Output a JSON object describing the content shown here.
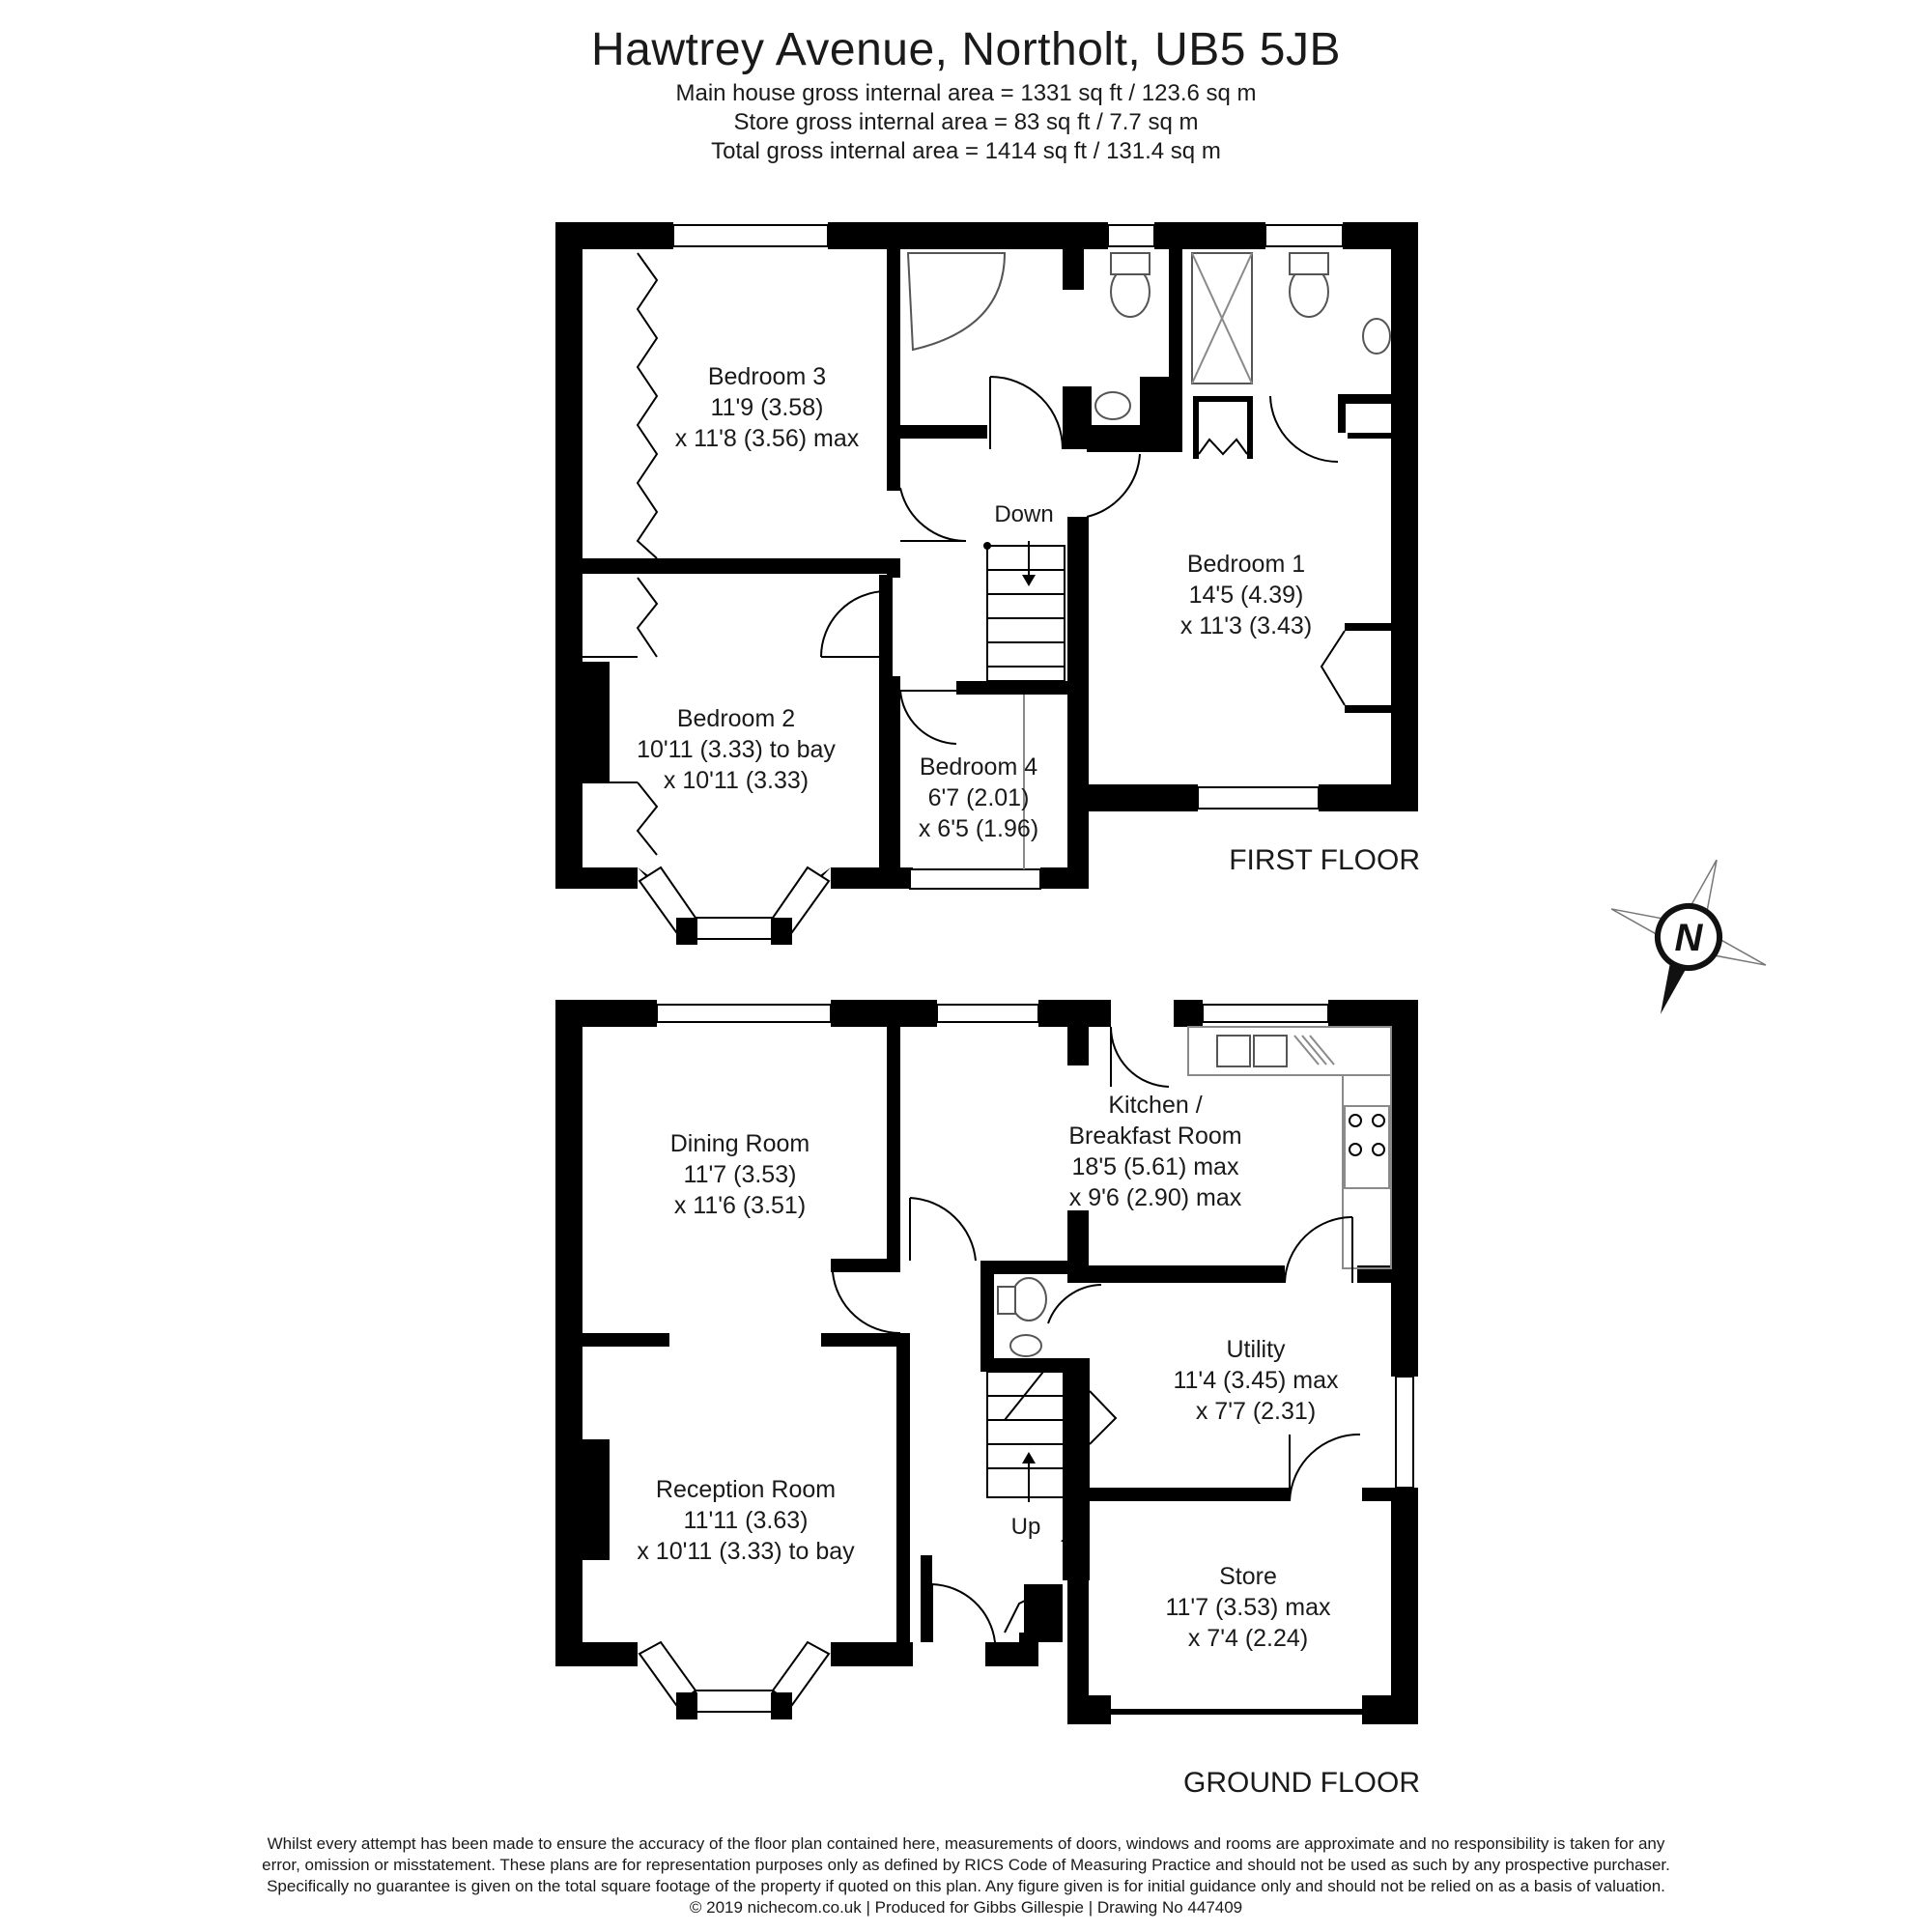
{
  "header": {
    "title": "Hawtrey Avenue, Northolt, UB5 5JB",
    "area_lines": [
      "Main house gross internal area =  1331 sq ft / 123.6 sq m",
      "Store gross internal area = 83 sq ft / 7.7 sq m",
      "Total gross internal area =  1414 sq ft / 131.4 sq m"
    ]
  },
  "first_floor": {
    "label": "FIRST FLOOR",
    "stairs_label": "Down",
    "rooms": {
      "bedroom3": [
        "Bedroom 3",
        "11'9 (3.58)",
        "x 11'8 (3.56) max"
      ],
      "bedroom2": [
        "Bedroom 2",
        "10'11 (3.33) to bay",
        "x 10'11 (3.33)"
      ],
      "bedroom4": [
        "Bedroom 4",
        "6'7 (2.01)",
        "x 6'5 (1.96)"
      ],
      "bedroom1": [
        "Bedroom 1",
        "14'5 (4.39)",
        "x 11'3 (3.43)"
      ]
    }
  },
  "ground_floor": {
    "label": "GROUND FLOOR",
    "stairs_label": "Up",
    "rooms": {
      "dining": [
        "Dining Room",
        "11'7 (3.53)",
        "x 11'6 (3.51)"
      ],
      "reception": [
        "Reception Room",
        "11'11 (3.63)",
        "x 10'11 (3.33) to bay"
      ],
      "kitchen": [
        "Kitchen /",
        "Breakfast Room",
        "18'5 (5.61) max",
        "x 9'6 (2.90) max"
      ],
      "utility": [
        "Utility",
        "11'4 (3.45) max",
        "x 7'7 (2.31)"
      ],
      "store": [
        "Store",
        "11'7 (3.53) max",
        "x 7'4 (2.24)"
      ]
    }
  },
  "compass": {
    "letter": "N"
  },
  "footer": {
    "disclaimer": [
      "Whilst every attempt has been made to ensure the accuracy of the floor plan contained here, measurements of doors, windows and rooms are approximate and no responsibility is taken for any",
      "error, omission or misstatement. These plans are for representation purposes only as defined by RICS Code of Measuring Practice and should not be used as such by any prospective purchaser.",
      "Specifically no guarantee is given on the total square footage of the property if quoted on this plan. Any figure given is for initial guidance only and should not be relied on as a basis of valuation."
    ],
    "credits": "© 2019 nichecom.co.uk  |  Produced for Gibbs Gillespie  |  Drawing No 447409"
  }
}
